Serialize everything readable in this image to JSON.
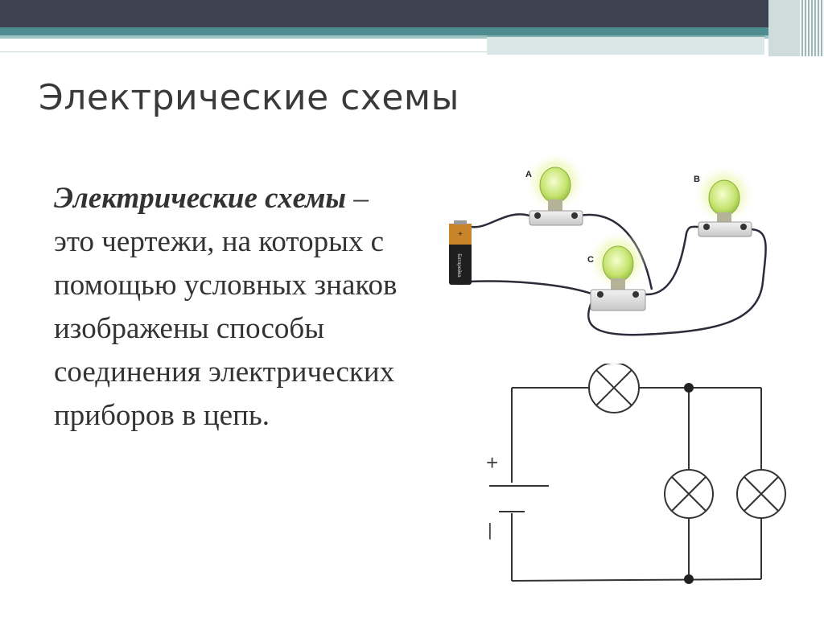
{
  "slide": {
    "title": "Электрические схемы",
    "definition": {
      "term": "Электрические схемы",
      "rest": " – это чертежи, на которых с помощью условных знаков изображены способы соединения электрических приборов в цепь."
    }
  },
  "illustration": {
    "lamp_labels": {
      "a": "A",
      "b": "B",
      "c": "C"
    },
    "battery_text": "Батарейка"
  },
  "schematic": {
    "plus_sign": "+",
    "minus_sign": "|"
  }
}
